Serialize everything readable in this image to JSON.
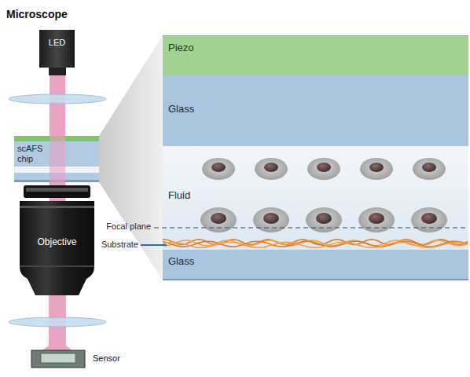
{
  "diagram": {
    "title": "Microscope",
    "nodes": [
      {
        "text": [
          "LED"
        ]
      },
      {
        "text": [
          "scAFS chip"
        ]
      },
      {
        "text": [
          "Objective"
        ]
      },
      {
        "text": [
          "Sensor"
        ]
      },
      {
        "text": [
          "Piezo"
        ]
      },
      {
        "text": [
          "Glass"
        ]
      },
      {
        "text": [
          "Fluid"
        ]
      },
      {
        "text": [
          "Glass"
        ]
      }
    ],
    "labels": [
      "Focal plane",
      "Substrate"
    ]
  }
}
